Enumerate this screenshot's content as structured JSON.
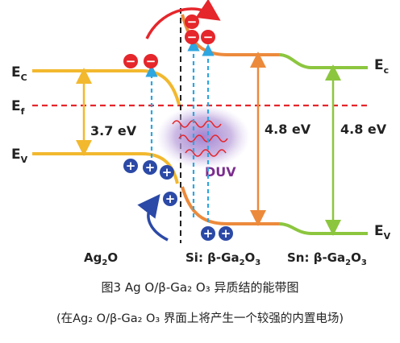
{
  "labels": {
    "ec_left": "E",
    "ec_left_sub": "C",
    "ef": "E",
    "ef_sub": "f",
    "ev_left": "E",
    "ev_left_sub": "V",
    "ec_right": "E",
    "ec_right_sub": "c",
    "ev_right": "E",
    "ev_right_sub": "V",
    "gap_ag2o": "3.7 eV",
    "gap_si": "4.8 eV",
    "gap_sn": "4.8 eV",
    "duv": "DUV",
    "material_ag2o": "Ag",
    "material_ag2o_sub": "2",
    "material_ag2o_tail": "O",
    "material_si": "Si: β-Ga",
    "material_si_sub1": "2",
    "material_si_mid": "O",
    "material_si_sub2": "3",
    "material_sn": "Sn: β-Ga",
    "material_sn_sub1": "2",
    "material_sn_mid": "O",
    "material_sn_sub2": "3",
    "electron_sign": "−",
    "hole_sign": "+"
  },
  "caption": {
    "line1": "图3 Ag  O/β-Ga₂ O₃ 异质结的能带图",
    "line2": "(在Ag₂ O/β-Ga₂ O₃ 界面上将产生一个较强的内置电场)"
  },
  "colors": {
    "ag2o_band": "#F2B82E",
    "si_band": "#EC8A3C",
    "sn_band": "#8CC63F",
    "fermi": "#E5262B",
    "electron": "#E5262B",
    "hole": "#2B49A6",
    "excitation_arrow": "#2EA6E0",
    "interface": "#222222",
    "duv_text": "#7B2D8E",
    "glow": "#B69BD8"
  },
  "icons": {
    "electron": "minus-circle-icon",
    "hole": "plus-circle-icon",
    "electron_flow": "curved-arrow-icon",
    "hole_flow": "curved-arrow-icon",
    "light": "wave-icon"
  }
}
